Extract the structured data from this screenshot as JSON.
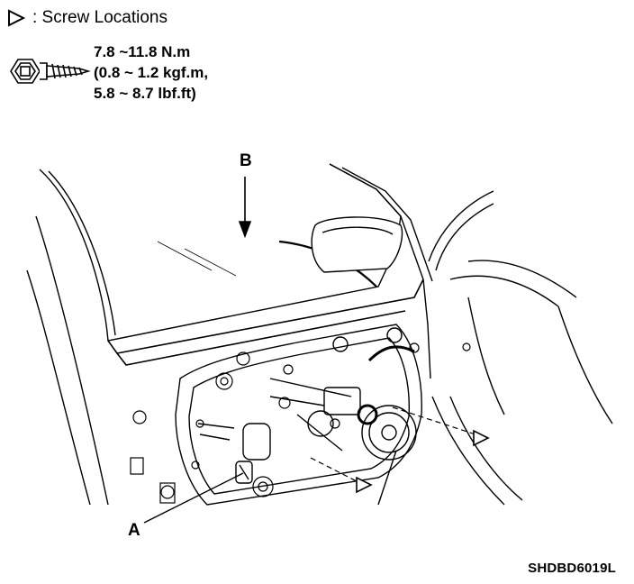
{
  "legend": {
    "marker_icon": "outline-triangle-marker",
    "label": ": Screw Locations"
  },
  "torque_spec": {
    "line1": "7.8 ~11.8 N.m",
    "line2": "(0.8 ~ 1.2 kgf.m,",
    "line3": "5.8 ~ 8.7 lbf.ft)"
  },
  "callouts": {
    "a": "A",
    "b": "B"
  },
  "figure_code": "SHDBD6019L",
  "colors": {
    "line": "#000000",
    "background": "#ffffff"
  }
}
